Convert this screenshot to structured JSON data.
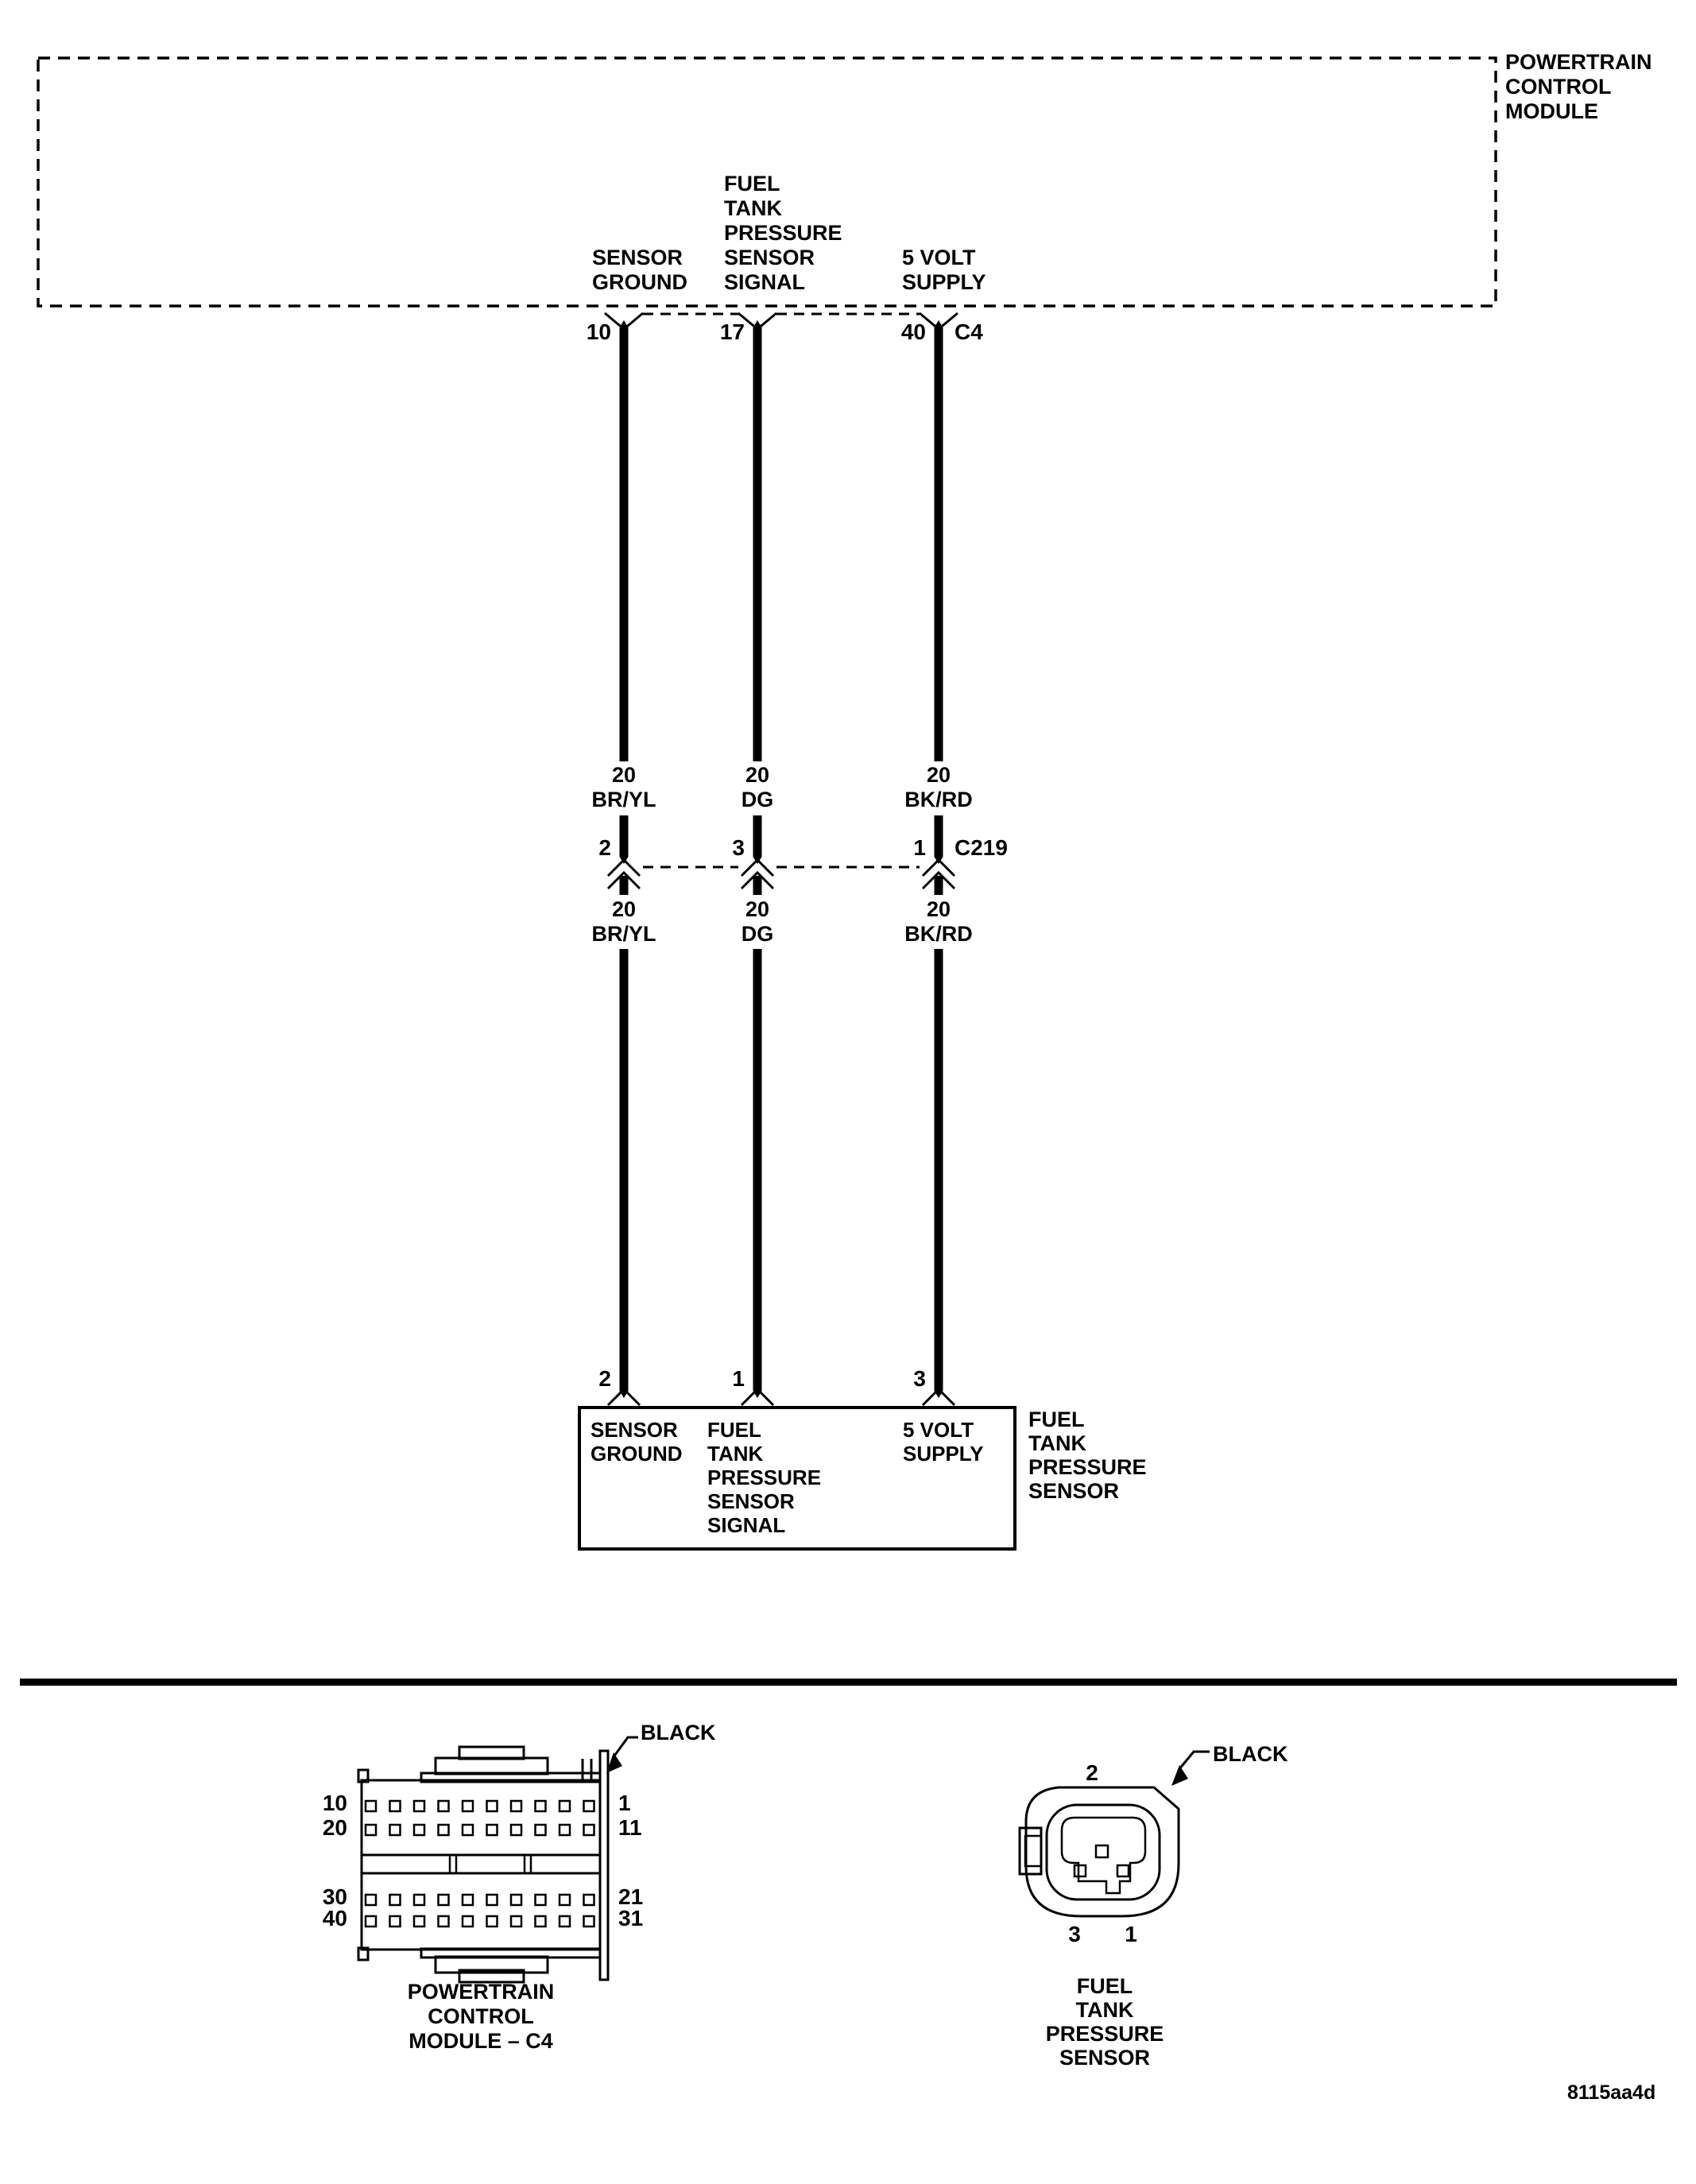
{
  "page": {
    "ink": "#000000",
    "background": "#ffffff",
    "figure_code": "8115aa4d"
  },
  "pcm": {
    "label": "POWERTRAIN\nCONTROL\nMODULE",
    "connector_id": "C4",
    "functions": [
      "SENSOR\nGROUND",
      "FUEL\nTANK\nPRESSURE\nSENSOR\nSIGNAL",
      "5 VOLT\nSUPPLY"
    ]
  },
  "wires": [
    {
      "pcm_pin": "10",
      "c219_pin": "2",
      "sensor_pin": "2",
      "gauge": "20",
      "color": "BR/YL"
    },
    {
      "pcm_pin": "17",
      "c219_pin": "3",
      "sensor_pin": "1",
      "gauge": "20",
      "color": "DG"
    },
    {
      "pcm_pin": "40",
      "c219_pin": "1",
      "sensor_pin": "3",
      "gauge": "20",
      "color": "BK/RD"
    }
  ],
  "c219": {
    "id": "C219"
  },
  "sensor": {
    "label": "FUEL\nTANK\nPRESSURE\nSENSOR",
    "functions": [
      "SENSOR\nGROUND",
      "FUEL\nTANK\nPRESSURE\nSENSOR\nSIGNAL",
      "5 VOLT\nSUPPLY"
    ]
  },
  "pcm_connector_view": {
    "caption": "POWERTRAIN\nCONTROL\nMODULE – C4",
    "color_label": "BLACK",
    "left_row_labels": [
      "10",
      "20",
      "30",
      "40"
    ],
    "right_row_labels": [
      "1",
      "11",
      "21",
      "31"
    ],
    "pin_columns": 10
  },
  "sensor_connector_view": {
    "caption": "FUEL\nTANK\nPRESSURE\nSENSOR",
    "color_label": "BLACK",
    "pin_top": "2",
    "pin_bottom_left": "3",
    "pin_bottom_right": "1"
  }
}
